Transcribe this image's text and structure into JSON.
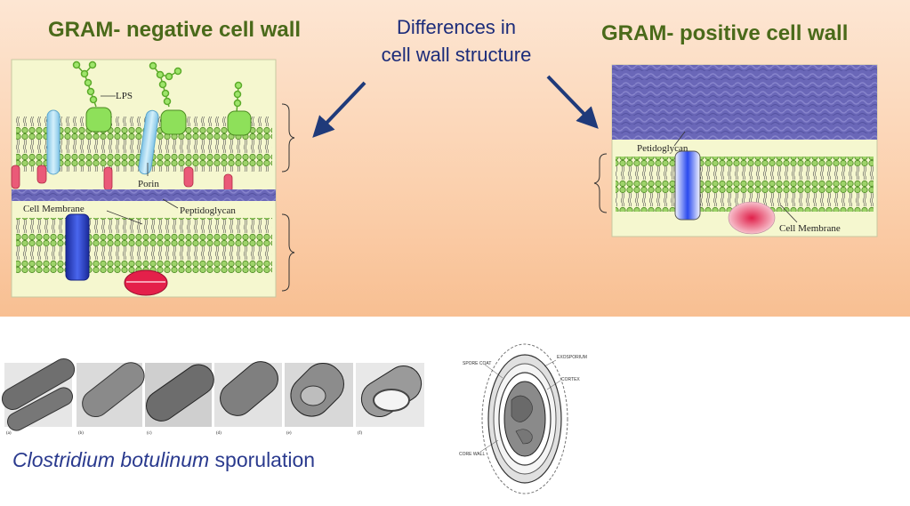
{
  "slide": {
    "neg_title": "GRAM- negative cell wall",
    "center_title_line1": "Differences in",
    "center_title_line2": "cell wall structure",
    "pos_title": "GRAM- positive cell wall"
  },
  "neg_diagram": {
    "lps": "LPS",
    "porin": "Porin",
    "cell_membrane": "Cell Membrane",
    "peptidoglycan": "Peptidoglycan"
  },
  "pos_diagram": {
    "peptidoglycan": "Petidoglycan",
    "cell_membrane": "Cell Membrane"
  },
  "caption": {
    "species": "Clostridium botulinum",
    "process": " sporulation"
  },
  "micrograph_panels": [
    "(a)",
    "(b)",
    "(c)",
    "(d)",
    "(e)",
    "(f)"
  ],
  "spore_diagram": {
    "spore_coat": "SPORE COAT",
    "exosporium": "EXOSPORIUM",
    "cortex": "CORTEX",
    "core_wall": "CORE WALL"
  }
}
